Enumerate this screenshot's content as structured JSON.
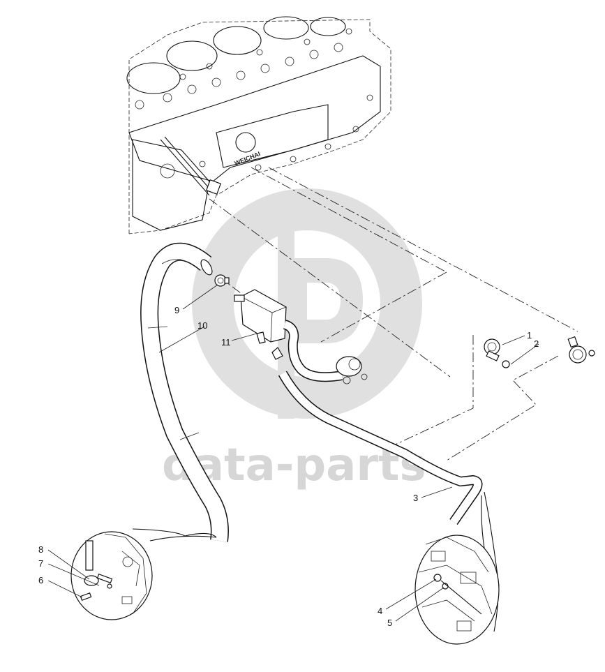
{
  "watermark": {
    "text": "data-parts",
    "color": "#d6d6d6"
  },
  "callouts": [
    {
      "id": "1",
      "label": "1"
    },
    {
      "id": "2",
      "label": "2"
    },
    {
      "id": "3",
      "label": "3"
    },
    {
      "id": "4",
      "label": "4"
    },
    {
      "id": "5",
      "label": "5"
    },
    {
      "id": "6",
      "label": "6"
    },
    {
      "id": "7",
      "label": "7"
    },
    {
      "id": "8",
      "label": "8"
    },
    {
      "id": "9",
      "label": "9"
    },
    {
      "id": "10",
      "label": "10"
    },
    {
      "id": "11",
      "label": "11"
    }
  ],
  "engine": {
    "brand_text": "WEICHAI"
  }
}
